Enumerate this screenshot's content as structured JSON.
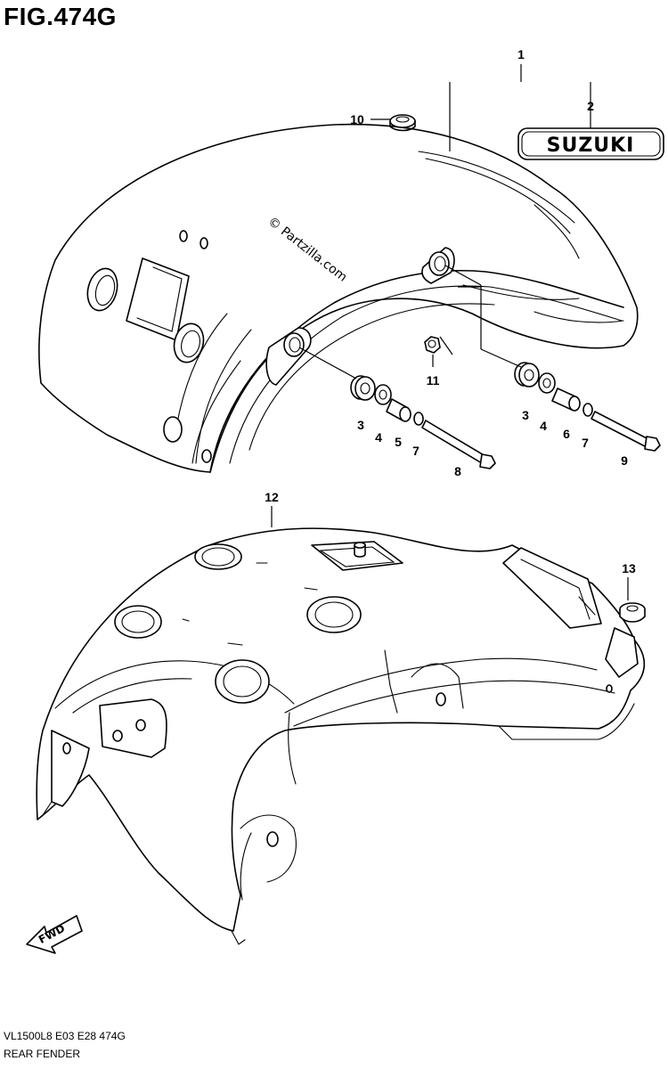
{
  "figure": {
    "title": "FIG.474G"
  },
  "brand_emblem": {
    "text": "SUZUKI"
  },
  "watermark": {
    "text": "© Partzilla.com"
  },
  "fwd_arrow": {
    "label": "FWD"
  },
  "callouts": {
    "c1": "1",
    "c2": "2",
    "c3a": "3",
    "c3b": "3",
    "c4a": "4",
    "c4b": "4",
    "c5": "5",
    "c6": "6",
    "c7a": "7",
    "c7b": "7",
    "c8": "8",
    "c9": "9",
    "c10": "10",
    "c11": "11",
    "c12": "12",
    "c13": "13"
  },
  "footer": {
    "code": "VL1500L8 E03 E28 474G",
    "name": "REAR FENDER"
  }
}
